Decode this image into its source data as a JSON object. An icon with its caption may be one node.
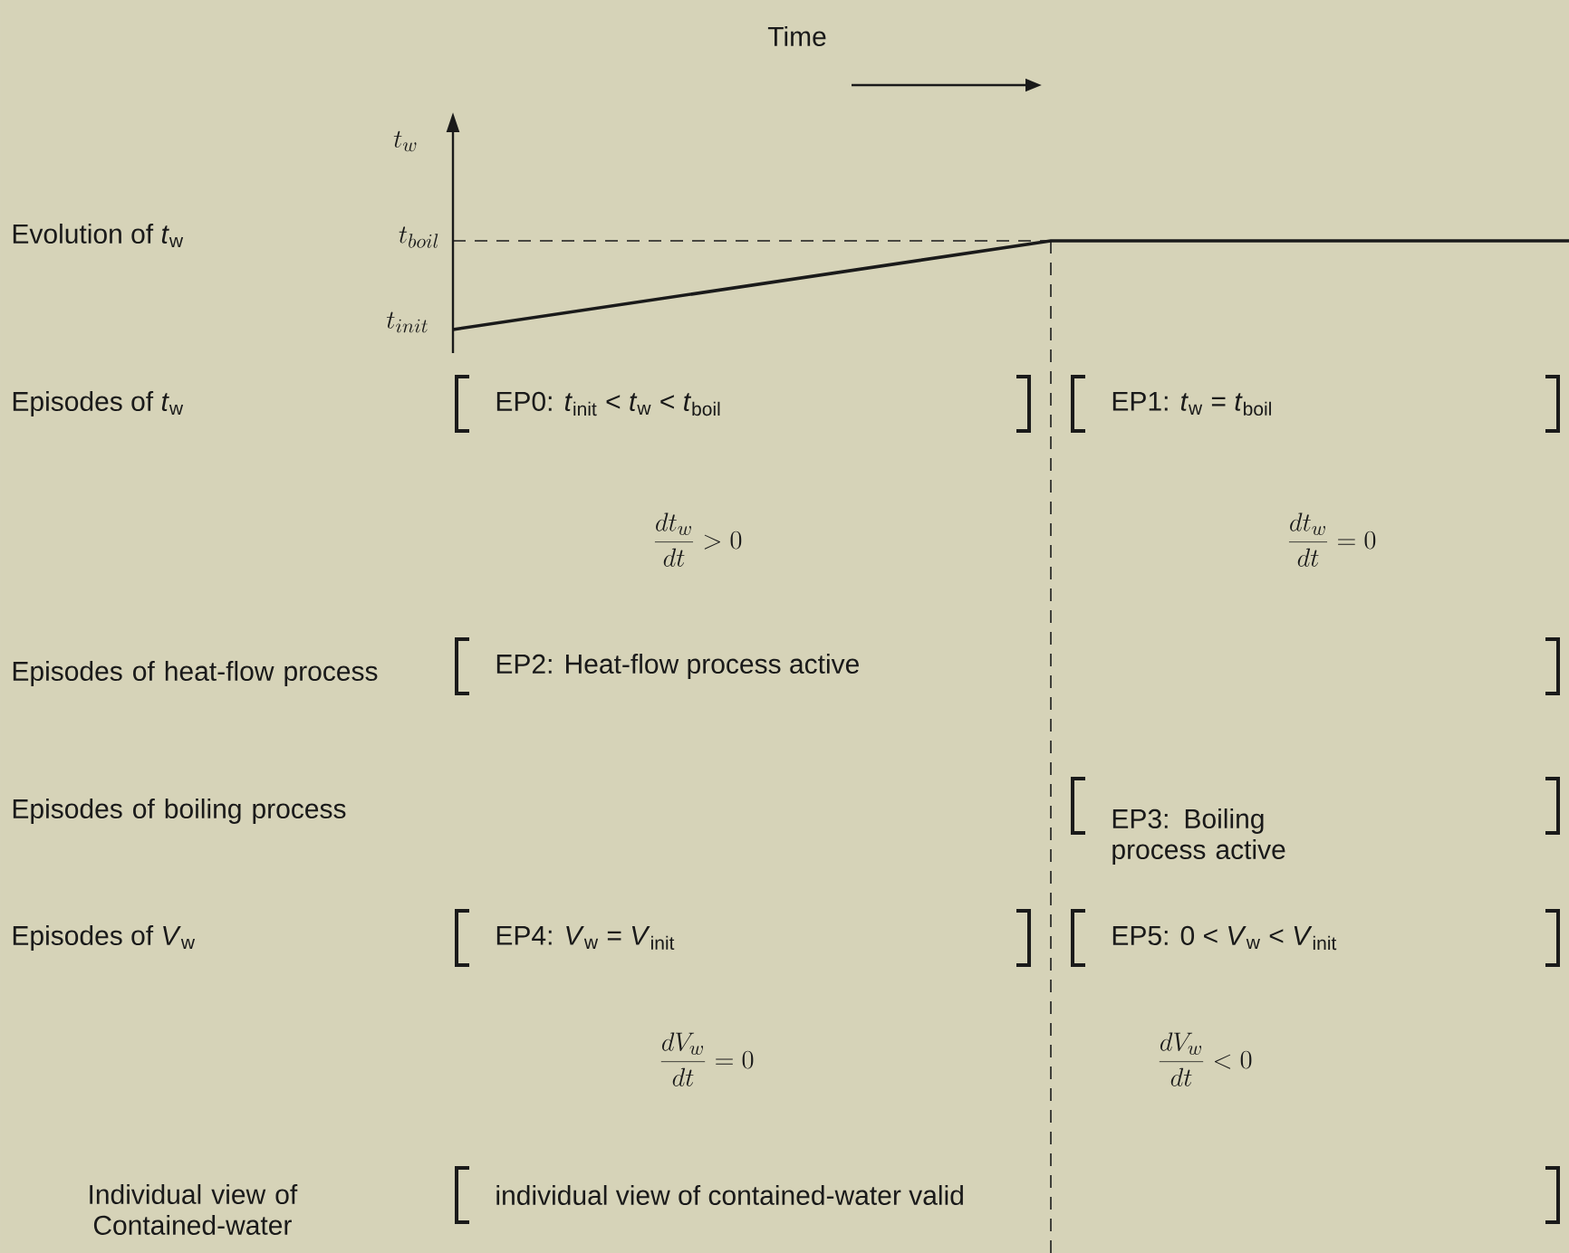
{
  "diagram": {
    "labels": [
      "Time",
      "t_w",
      "Evolution of *t*$_{w}$",
      "t_{boil}",
      "t_{init}",
      "Episodes of *t*$_{w}$",
      "EP0: *t*$_{init}$ < *t*$_{w}$ < *t*$_{boil}$",
      "EP1: *t*$_{w}$ = *t*$_{boil}$",
      "\\frac{dt_w}{dt} > 0",
      "\\frac{dt_w}{dt} = 0",
      "Episodes of heat-flow process",
      "EP2: Heat-flow process active",
      "Episodes of boiling process",
      "EP3: Boiling process active",
      "Episodes of *V*$_{w}$",
      "EP4: *V*$_{w}$ = *V*$_{init}$",
      "EP5: 0 < *V*$_{w}$ < *V*$_{init}$",
      "\\frac{dV_w}{dt} = 0",
      "\\frac{dV_w}{dt} < 0",
      "Individual view of Contained-water",
      "individual view of contained-water valid"
    ]
  }
}
